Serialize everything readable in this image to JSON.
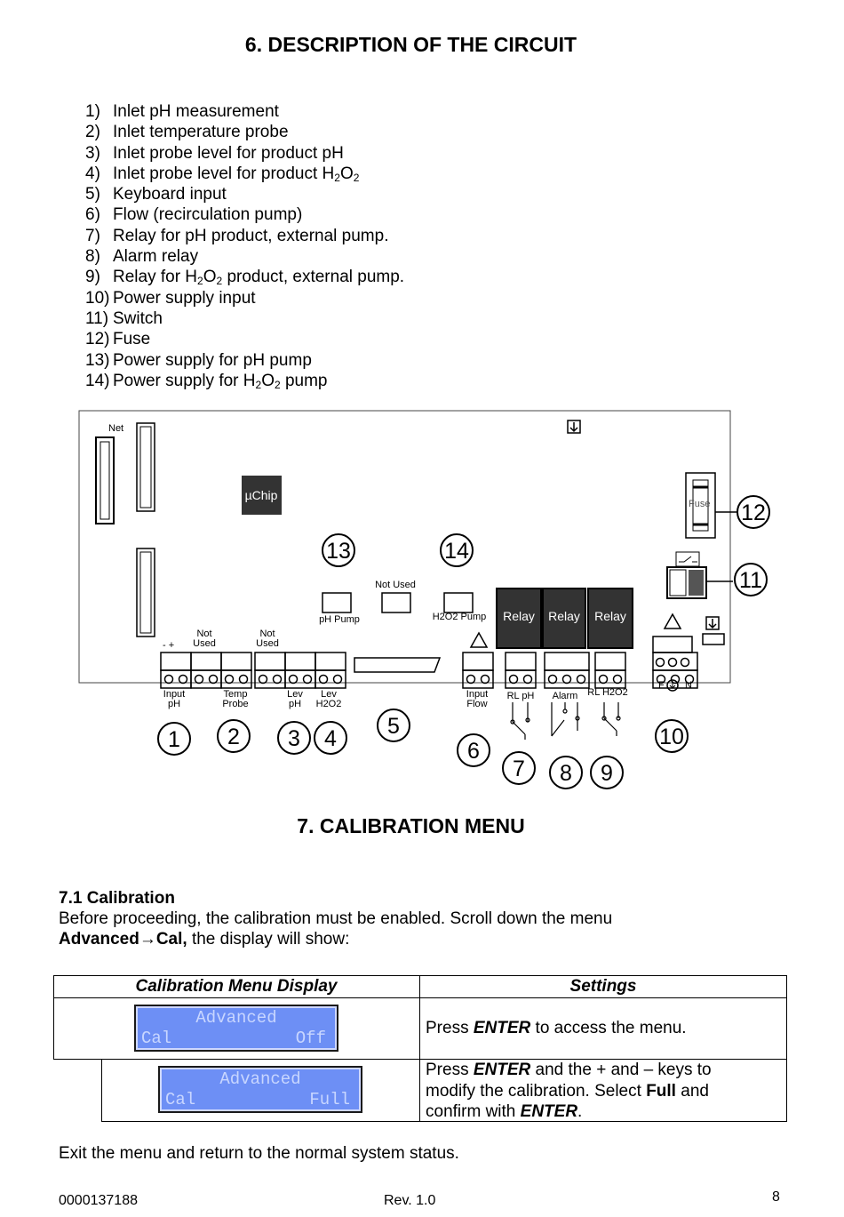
{
  "sections": {
    "circuit_title": "6. DESCRIPTION OF THE CIRCUIT",
    "calibration_title": "7. CALIBRATION MENU"
  },
  "circuit_list": [
    {
      "num": "1)",
      "text": "Inlet pH measurement"
    },
    {
      "num": "2)",
      "text": "Inlet temperature probe"
    },
    {
      "num": "3)",
      "text": "Inlet probe level for product pH"
    },
    {
      "num": "4)",
      "text": "Inlet probe level for product H2O2"
    },
    {
      "num": "5)",
      "text": "Keyboard input"
    },
    {
      "num": "6)",
      "text": "Flow (recirculation pump)"
    },
    {
      "num": "7)",
      "text": "Relay for pH product, external pump."
    },
    {
      "num": "8)",
      "text": "Alarm relay"
    },
    {
      "num": "9)",
      "text": "Relay for H2O2 product, external pump."
    },
    {
      "num": "10)",
      "text": "Power supply input"
    },
    {
      "num": "11)",
      "text": "Switch"
    },
    {
      "num": "12)",
      "text": "Fuse"
    },
    {
      "num": "13)",
      "text": "Power supply for pH pump"
    },
    {
      "num": "14)",
      "text": "Power supply for H2O2 pump"
    }
  ],
  "diagram": {
    "net": "Net",
    "chip": "µChip",
    "fuse": "Fuse",
    "not_used": "Not Used",
    "not_used_1": "Not",
    "not_used_2": "Used",
    "minus_plus": "-  +",
    "ph_pump": "pH Pump",
    "h2o2_pump": "H2O2 Pump",
    "relay": "Relay",
    "input": "Input",
    "ph": "pH",
    "temp": "Temp",
    "probe": "Probe",
    "lev": "Lev",
    "h2o2": "H2O2",
    "flow": "Flow",
    "rl_ph": "RL pH",
    "alarm": "Alarm",
    "rl_h2o2": "RL H2O2",
    "f": "F",
    "n": "N",
    "callouts": [
      "1",
      "2",
      "3",
      "4",
      "5",
      "6",
      "7",
      "8",
      "9",
      "10",
      "11",
      "12",
      "13",
      "14"
    ]
  },
  "calibration": {
    "subtitle": "7.1 Calibration",
    "intro_line1": "Before proceeding, the calibration must be enabled. Scroll down the menu",
    "intro_bold": "Advanced",
    "intro_arrow": "→",
    "intro_bold2": "Cal,",
    "intro_rest": " the display will show:",
    "table": {
      "col1": "Calibration Menu Display",
      "col2": "Settings",
      "rows": [
        {
          "lcd_line1": "Advanced",
          "lcd_left": "Cal",
          "lcd_right": "Off",
          "s1": "Press ",
          "s2": "ENTER",
          "s3": " to access the menu."
        },
        {
          "lcd_line1": "Advanced",
          "lcd_left": "Cal",
          "lcd_right": "Full",
          "s1": "Press ",
          "s2": "ENTER",
          "s3": " and the + and – keys to",
          "s4": "modify the calibration. Select ",
          "s5": "Full",
          "s6": " and",
          "s7": "confirm with ",
          "s8": "ENTER",
          "s9": "."
        }
      ]
    },
    "exit_text": "Exit the menu and return to the normal system status."
  },
  "footer": {
    "doc_number": "0000137188",
    "revision": "Rev. 1.0",
    "page": "8"
  }
}
